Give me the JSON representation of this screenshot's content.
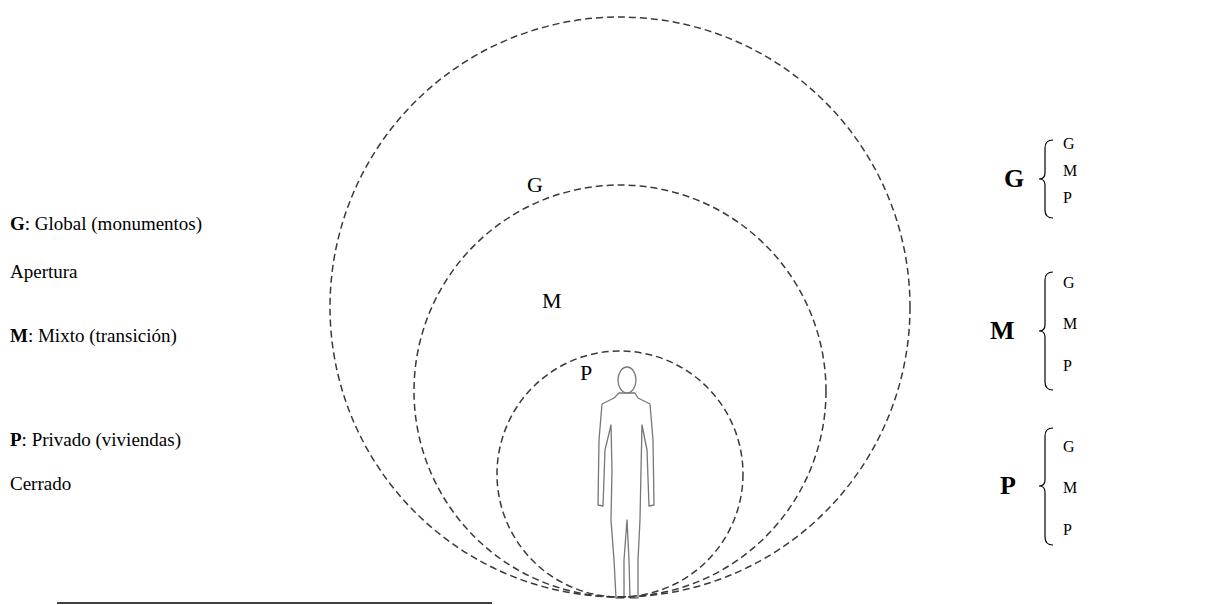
{
  "diagram": {
    "nodes": [
      {
        "text": [
          "G"
        ]
      },
      {
        "text": [
          "M"
        ],
        "in": 0
      },
      {
        "text": [
          "P"
        ],
        "in": 1
      }
    ],
    "labels": [
      "G: Global (monumentos)",
      "Apertura",
      "M: Mixto (transición)",
      "P: Privado (viviendas)",
      "Cerrado",
      "G",
      "G",
      "M",
      "P",
      "M",
      "G",
      "M",
      "P",
      "P",
      "G",
      "M",
      "P"
    ]
  }
}
